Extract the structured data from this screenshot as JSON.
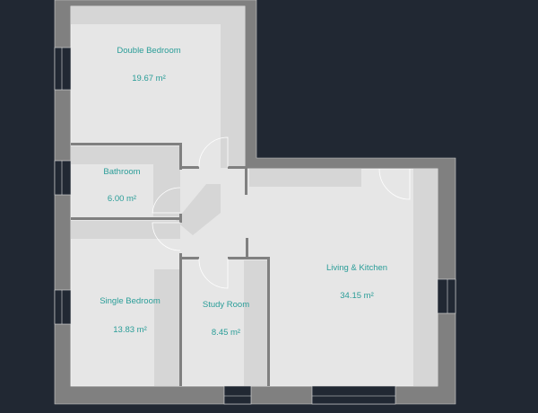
{
  "colors": {
    "background": "#212833",
    "wall": "#808080",
    "floor": "#e6e6e6",
    "shade": "#d6d6d6",
    "label": "#2a9d98",
    "window": "#212833"
  },
  "rooms": [
    {
      "name": "Double Bedroom",
      "area": "19.67 m²"
    },
    {
      "name": "Bathroom",
      "area": "6.00 m²"
    },
    {
      "name": "Single Bedroom",
      "area": "13.83 m²"
    },
    {
      "name": "Study Room",
      "area": "8.45 m²"
    },
    {
      "name": "Living & Kitchen",
      "area": "34.15 m²"
    }
  ]
}
